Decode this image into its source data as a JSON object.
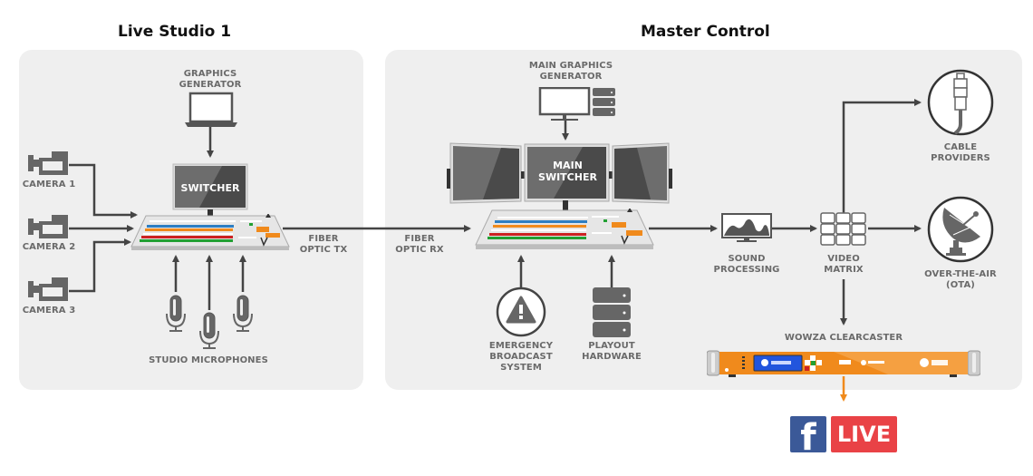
{
  "sections": {
    "live_studio": {
      "title": "Live Studio 1"
    },
    "master_control": {
      "title": "Master Control"
    }
  },
  "live_studio": {
    "graphics_generator": "GRAPHICS\nGENERATOR",
    "switcher": "SWITCHER",
    "cameras": [
      "CAMERA 1",
      "CAMERA 2",
      "CAMERA 3"
    ],
    "microphones": "STUDIO MICROPHONES",
    "fiber_tx": "FIBER\nOPTIC TX"
  },
  "master_control": {
    "fiber_rx": "FIBER\nOPTIC RX",
    "main_graphics_generator": "MAIN GRAPHICS\nGENERATOR",
    "main_switcher": "MAIN\nSWITCHER",
    "emergency": "EMERGENCY\nBROADCAST\nSYSTEM",
    "playout": "PLAYOUT\nHARDWARE",
    "sound_processing": "SOUND\nPROCESSING",
    "video_matrix": "VIDEO\nMATRIX",
    "cable_providers": "CABLE\nPROVIDERS",
    "ota": "OVER-THE-AIR\n(OTA)",
    "clearcaster": "WOWZA CLEARCASTER"
  },
  "output": {
    "facebook_glyph": "f",
    "live_label": "LIVE"
  },
  "colors": {
    "panel": "#efefef",
    "wire": "#444444",
    "label": "#6a6a6a",
    "clearcaster_orange": "#f08a1c",
    "facebook_blue": "#3b5998",
    "live_red": "#e94246"
  }
}
